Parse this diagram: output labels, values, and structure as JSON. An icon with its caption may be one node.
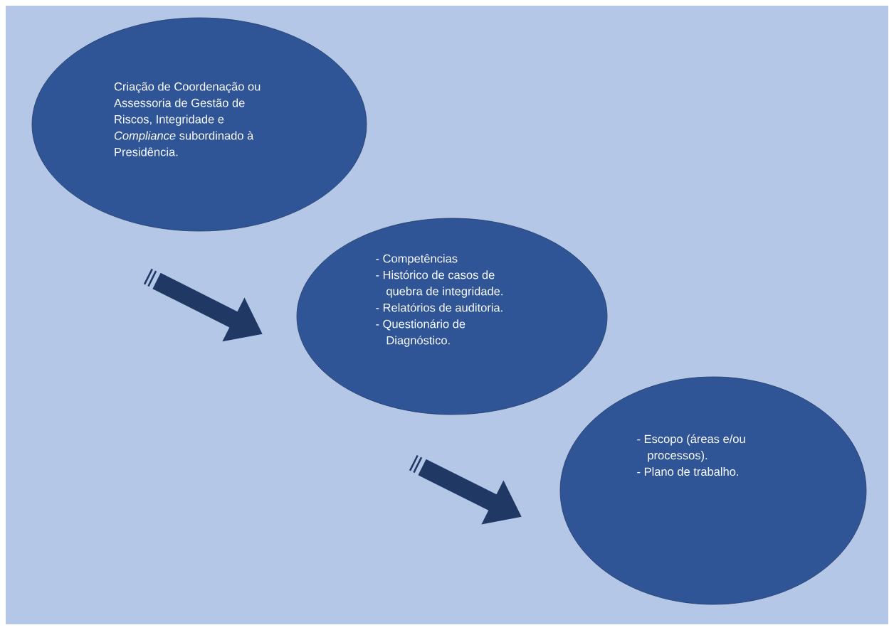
{
  "diagram": {
    "nodes": [
      {
        "text": [
          "Criação de Coordenação ou Assessoria de Gestão de Riscos, Integridade e *Compliance* subordinado à Presidência."
        ]
      },
      {
        "text": [
          "- Competências",
          "- Histórico de casos de quebra de integridade.",
          "- Relatórios de auditoria.",
          "- Questionário de Diagnóstico."
        ]
      },
      {
        "text": [
          "- Escopo (áreas e/ou processos).",
          "- Plano de trabalho."
        ]
      }
    ],
    "edges": [
      {
        "from": 0,
        "to": 1,
        "arrow": "to"
      },
      {
        "from": 1,
        "to": 2,
        "arrow": "to"
      }
    ]
  }
}
